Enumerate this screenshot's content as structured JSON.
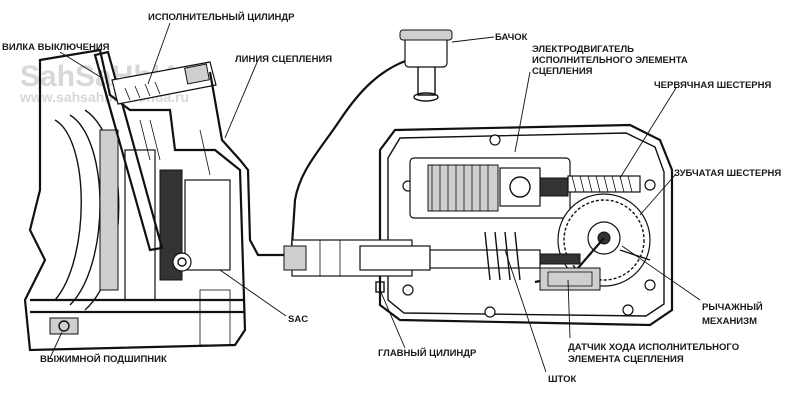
{
  "watermark": {
    "line1": "SahSaHbl4",
    "line2": "www.sahsahbl4-honda.ru"
  },
  "labels": {
    "release_fork": "ВИЛКА ВЫКЛЮЧЕНИЯ",
    "slave_cylinder": "ИСПОЛНИТЕЛЬНЫЙ ЦИЛИНДР",
    "clutch_line": "ЛИНИЯ СЦЕПЛЕНИЯ",
    "reservoir": "БАЧОК",
    "motor": [
      "ЭЛЕКТРОДВИГАТЕЛЬ",
      "ИСПОЛНИТЕЛЬНОГО ЭЛЕМЕНТА",
      "СЦЕПЛЕНИЯ"
    ],
    "worm_gear": "ЧЕРВЯЧНАЯ ШЕСТЕРНЯ",
    "toothed_gear": "ЗУБЧАТАЯ ШЕСТЕРНЯ",
    "lever_mechanism": [
      "РЫЧАЖНЫЙ",
      "МЕХАНИЗМ"
    ],
    "stroke_sensor": [
      "ДАТЧИК ХОДА ИСПОЛНИТЕЛЬНОГО",
      "ЭЛЕМЕНТА СЦЕПЛЕНИЯ"
    ],
    "rod": "ШТОК",
    "master_cylinder": "ГЛАВНЫЙ ЦИЛИНДР",
    "sac": "SAC",
    "release_bearing": "ВЫЖИМНОЙ ПОДШИПНИК"
  }
}
